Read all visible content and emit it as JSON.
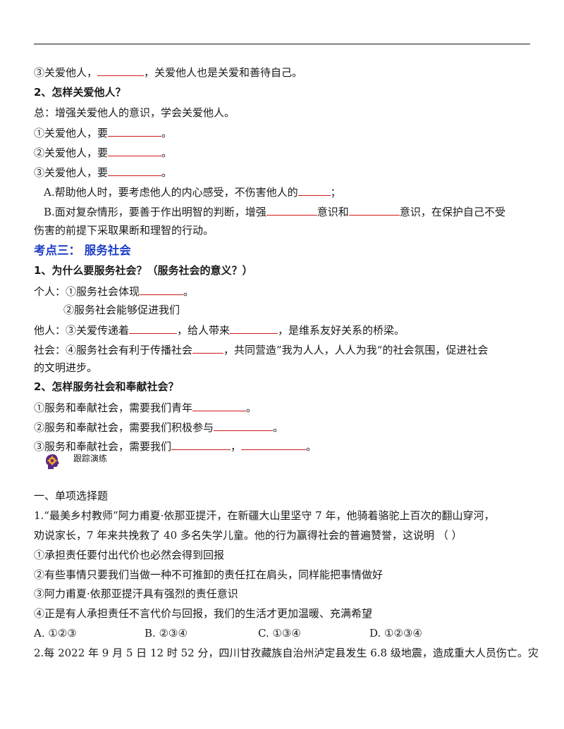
{
  "sec1": {
    "l1_pre": "③关爱他人，",
    "l1_post": "，关爱他人也是关爱和善待自己。",
    "q2_title": "2、怎样关爱他人？",
    "summary": "总：增强关爱他人的意识，学会关爱他人。",
    "b1": "①关爱他人，要",
    "b2": "②关爱他人，要",
    "b3": "③关爱他人，要",
    "end_mark": "。",
    "a_pre": "A.帮助他人时，要考虑他人的内心感受，不伤害他人的",
    "a_post": "；",
    "b_pre": "B.面对复杂情形，要善于作出明智的判断，增强",
    "b_mid": "意识和",
    "b_post": "意识，在保护自己不受",
    "b_cont": "伤害的前提下采取果断和理智的行动。"
  },
  "sec3": {
    "heading": "考点三：  服务社会",
    "q1_title": "1、为什么要服务社会？（服务社会的意义？）",
    "p1_pre": "个人：①服务社会体现",
    "p1_post": "。",
    "p2": "②服务社会能够促进我们",
    "p3_pre": "他人：③关爱传递着",
    "p3_mid": "，给人带来",
    "p3_post": "，是维系友好关系的桥梁。",
    "p4_pre": "社会：④服务社会有利于传播社会",
    "p4_post": "，共同营造”我为人人，人人为我“的社会氛围，促进社会",
    "p4_cont": "的文明进步。",
    "q2_title": "2、怎样服务社会和奉献社会？",
    "s1_pre": "①服务和奉献社会，需要我们青年",
    "s2_pre": "②服务和奉献社会，需要我们积极参与",
    "s3_pre": "③服务和奉献社会，需要我们",
    "s3_mid": "，",
    "end_mark": "。"
  },
  "practice": {
    "icon": "brain-gear-icon",
    "label": "跟踪演练",
    "type_title": "一、单项选择题",
    "q1_line1": "1.“最美乡村教师”阿力甫夏·依那亚提汗，在新疆大山里坚守 7 年，他骑着骆驼上百次的翻山穿河，",
    "q1_line2": "劝说家长，7 年来共挽救了 40 多名失学儿童。他的行为赢得社会的普遍赞誉，这说明  （      ）",
    "st1": "①承担责任要付出代价也必然会得到回报",
    "st2": "②有些事情只要我们当做一种不可推卸的责任扛在肩头，同样能把事情做好",
    "st3": "③阿力甫夏·依那亚提汗具有强烈的责任意识",
    "st4": "④正是有人承担责任不言代价与回报，我们的生活才更加温暖、充满希望",
    "optA": "A. ①②③",
    "optB": "B. ②③④",
    "optC": "C. ①③④",
    "optD": "D. ①②③④",
    "q2_line1": "2.每 2022 年 9 月 5 日 12 时 52 分，四川甘孜藏族自治州泸定县发生 6.8 级地震，造成重大人员伤亡。灾"
  },
  "colors": {
    "heading": "#1f3fc6",
    "blank_underline": "#d01818",
    "icon_purple": "#5b2a86",
    "icon_orange": "#f5a623"
  }
}
